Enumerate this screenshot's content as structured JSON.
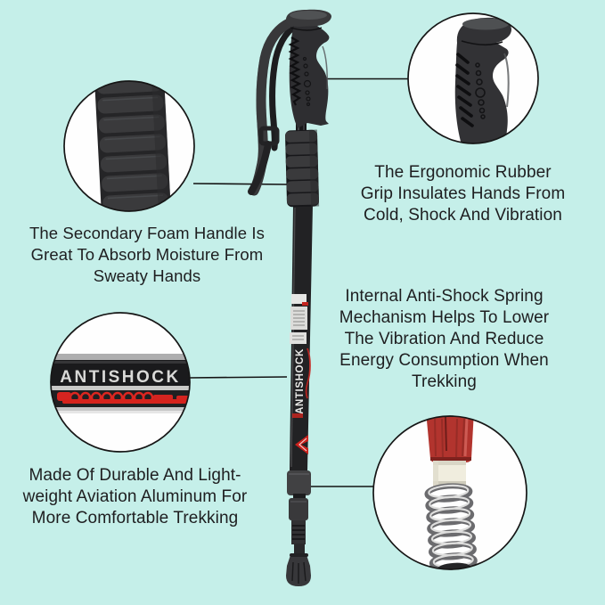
{
  "callouts": {
    "grip": {
      "text": "The Ergonomic Rubber\nGrip Insulates Hands From\nCold, Shock And Vibration"
    },
    "foam": {
      "text": "The Secondary Foam Handle Is\nGreat To Absorb Moisture From\nSweaty Hands"
    },
    "spring": {
      "text": "Internal Anti-Shock Spring\nMechanism Helps To Lower\nThe Vibration And Reduce\nEnergy Consumption When\nTrekking"
    },
    "aluminum": {
      "text": "Made Of Durable And Light-\nweight Aviation Aluminum For\nMore Comfortable Trekking"
    }
  },
  "pole": {
    "shaft_label": "ANTISHOCK"
  },
  "closeups": {
    "antishock": {
      "label": "ANTISHOCK"
    }
  },
  "colors": {
    "background": "#c5efe9",
    "text": "#1e1e20",
    "pole_black": "#242426",
    "grip_gray": "#323235",
    "accent_red": "#cc231e",
    "circle_fill": "#fefefe",
    "circle_border": "#161616",
    "spring_metal": "#8a8a8c",
    "collar_ivory": "#f0edde"
  }
}
